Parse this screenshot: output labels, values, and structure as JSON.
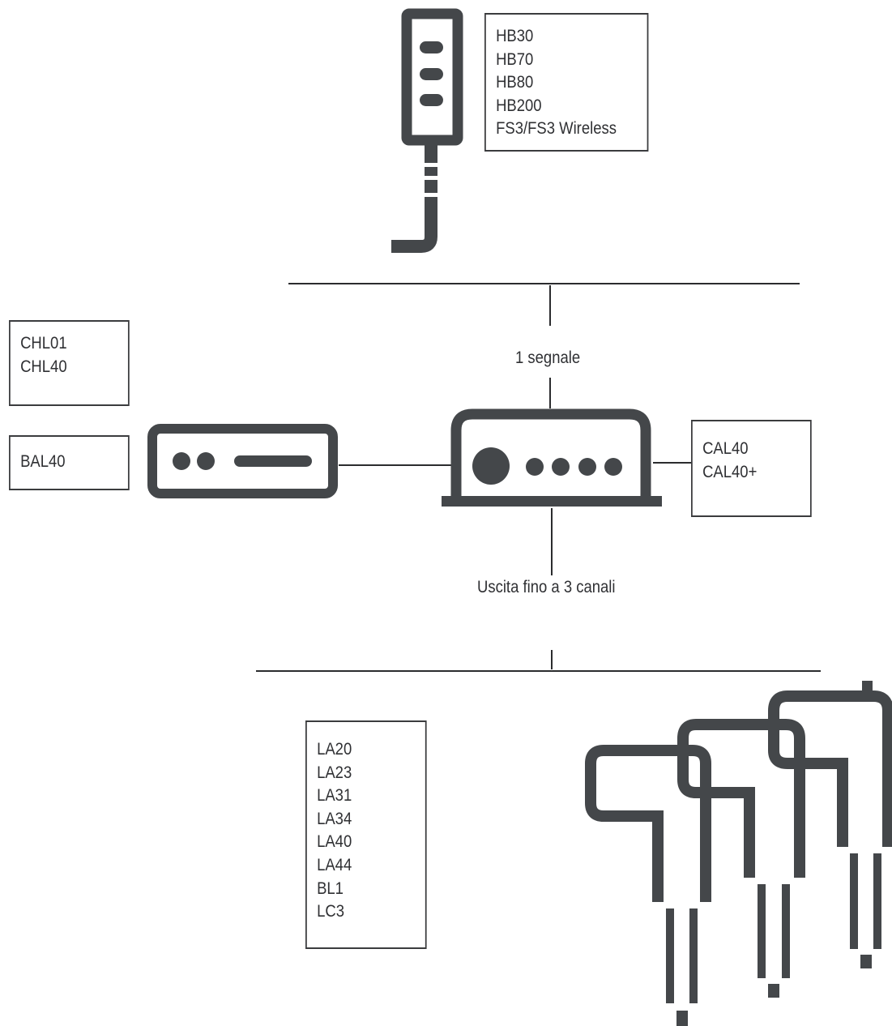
{
  "colors": {
    "icon": "#44474a",
    "line": "#2b2c2e",
    "text": "#2f3033"
  },
  "handset_models": [
    "HB30",
    "HB70",
    "HB80",
    "HB200",
    "FS3/FS3 Wireless"
  ],
  "charger_models": [
    "CHL01",
    "CHL40"
  ],
  "battery_models": [
    "BAL40"
  ],
  "control_box_models": [
    "CAL40",
    "CAL40+"
  ],
  "actuator_models": [
    "LA20",
    "LA23",
    "LA31",
    "LA34",
    "LA40",
    "LA44",
    "BL1",
    "LC3"
  ],
  "signal_label": "1 segnale",
  "output_label": "Uscita fino a 3 canali",
  "icons": {
    "handset": "handset-icon",
    "battery": "battery-icon",
    "control_box": "control-box-icon",
    "actuators": "linear-actuator-icon"
  }
}
